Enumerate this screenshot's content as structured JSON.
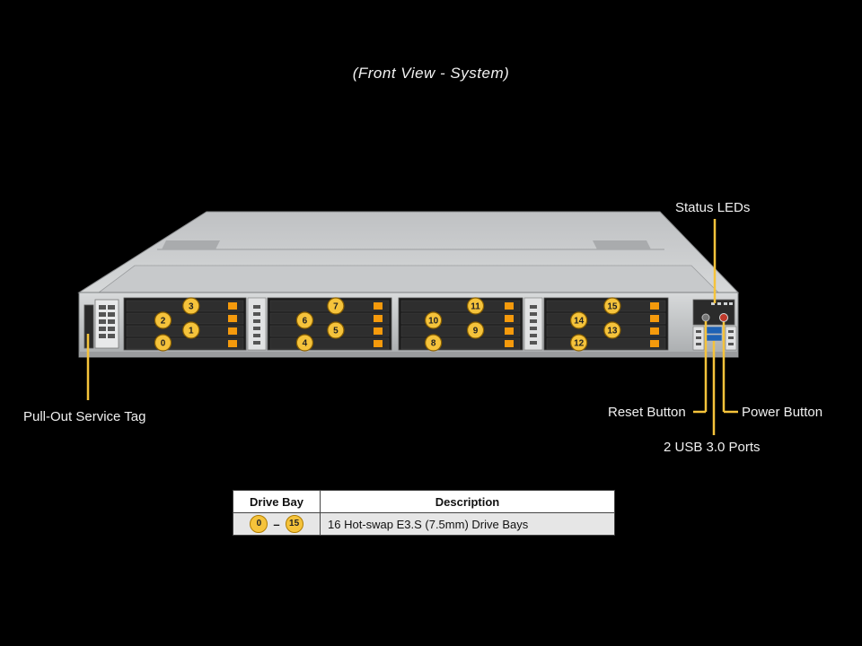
{
  "title": "(Front View - System)",
  "callouts": {
    "status_leds": "Status LEDs",
    "pull_out_tag": "Pull-Out Service Tag",
    "reset_button": "Reset Button",
    "power_button": "Power Button",
    "usb_ports": "2 USB 3.0 Ports"
  },
  "drive_labels": [
    "0",
    "1",
    "2",
    "3",
    "4",
    "5",
    "6",
    "7",
    "8",
    "9",
    "10",
    "11",
    "12",
    "13",
    "14",
    "15"
  ],
  "legend": {
    "header_bay": "Drive Bay",
    "header_desc": "Description",
    "range_start": "0",
    "range_dash": "–",
    "range_end": "15",
    "description": "16 Hot-swap E3.S (7.5mm) Drive Bays"
  },
  "colors": {
    "badge": "#f5c33b",
    "callout_line": "#f5c33b",
    "chassis": "#c9ccce",
    "led_orange": "#f59a0c"
  }
}
